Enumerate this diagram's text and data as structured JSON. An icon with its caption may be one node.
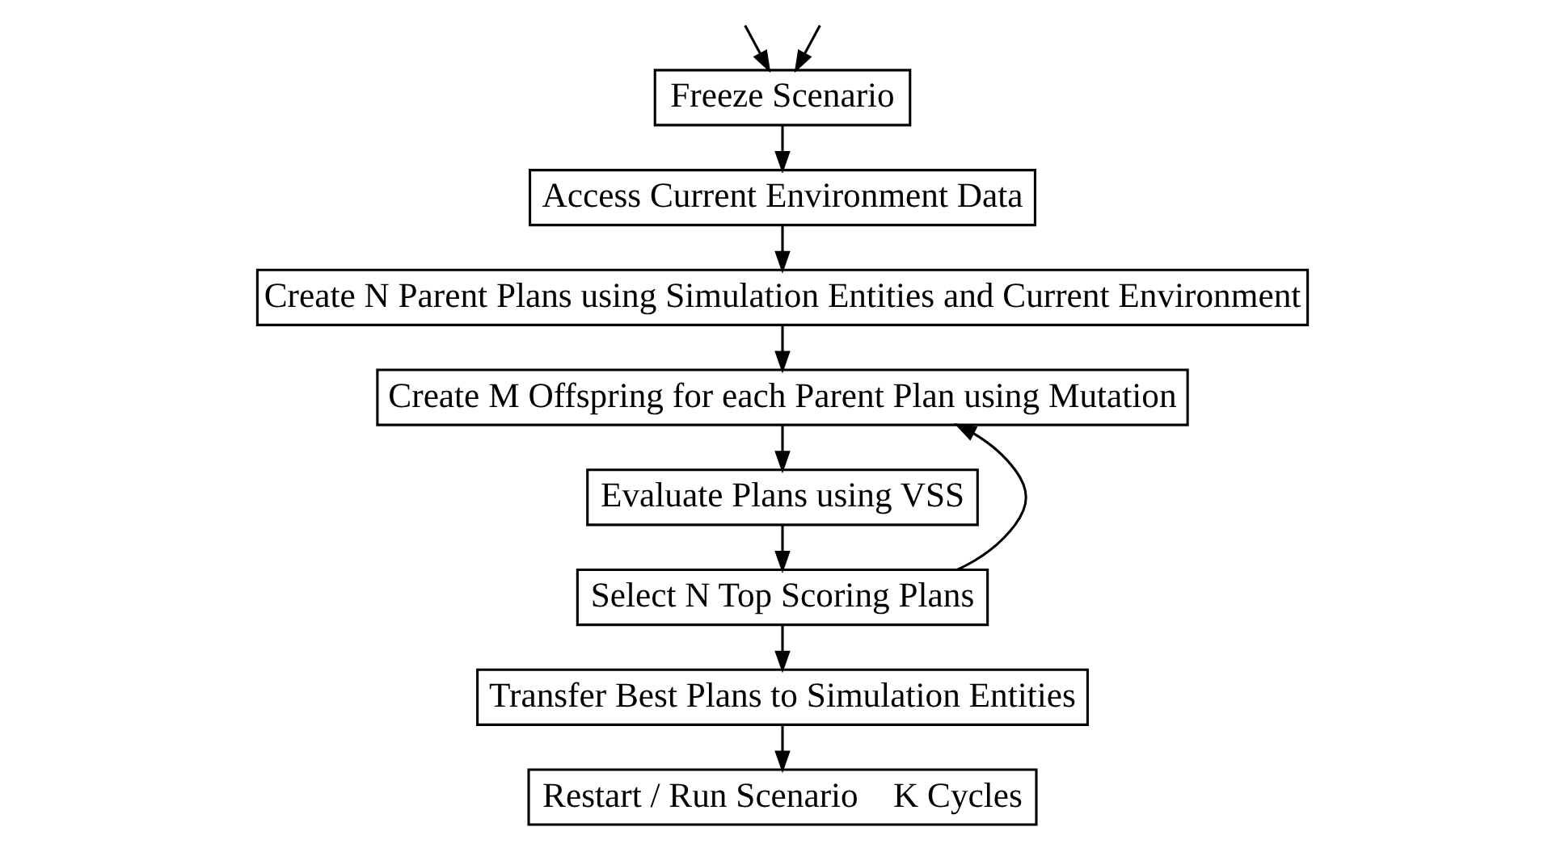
{
  "diagram": {
    "nodes": [
      {
        "text": [
          "Freeze Scenario"
        ]
      },
      {
        "text": [
          "Access Current Environment Data"
        ]
      },
      {
        "text": [
          "Create N Parent Plans using Simulation Entities and Current Environment"
        ]
      },
      {
        "text": [
          "Create M Offspring for each Parent Plan using Mutation"
        ]
      },
      {
        "text": [
          "Evaluate Plans using VSS"
        ]
      },
      {
        "text": [
          "Select N Top Scoring Plans"
        ]
      },
      {
        "text": [
          "Transfer Best Plans to Simulation Entities"
        ]
      },
      {
        "text": [
          "Restart / Run Scenario",
          "K Cycles"
        ]
      }
    ],
    "edges": [
      {
        "from": null,
        "to": 0,
        "arrow": "to"
      },
      {
        "from": 0,
        "to": 1,
        "arrow": "to"
      },
      {
        "from": 1,
        "to": 2,
        "arrow": "to"
      },
      {
        "from": 2,
        "to": 3,
        "arrow": "to"
      },
      {
        "from": 3,
        "to": 4,
        "arrow": "to"
      },
      {
        "from": 4,
        "to": 5,
        "arrow": "to"
      },
      {
        "from": 5,
        "to": 3,
        "arrow": "to"
      },
      {
        "from": 5,
        "to": 6,
        "arrow": "to"
      },
      {
        "from": 6,
        "to": 7,
        "arrow": "to"
      },
      {
        "from": null,
        "to": 0,
        "arrow": "to"
      }
    ]
  }
}
